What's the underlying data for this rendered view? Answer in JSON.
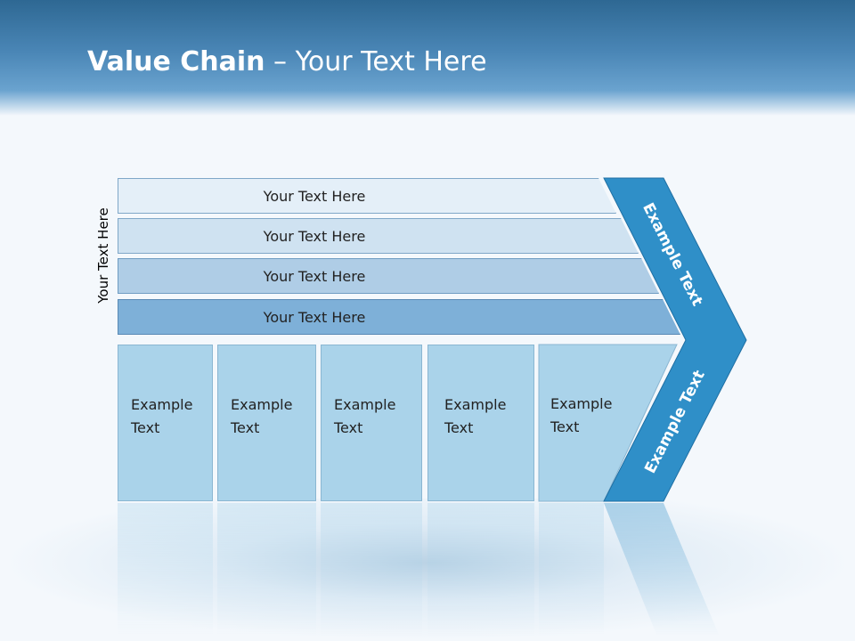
{
  "title": {
    "bold": "Value Chain",
    "rest": " – Your Text Here"
  },
  "side_label": "Your Text Here",
  "bars": [
    {
      "label": "Your Text Here"
    },
    {
      "label": "Your Text Here"
    },
    {
      "label": "Your Text Here"
    },
    {
      "label": "Your Text Here"
    }
  ],
  "boxes": [
    {
      "line1": "Example",
      "line2": "Text"
    },
    {
      "line1": "Example",
      "line2": "Text"
    },
    {
      "line1": "Example",
      "line2": "Text"
    },
    {
      "line1": "Example",
      "line2": "Text"
    },
    {
      "line1": "Example",
      "line2": "Text"
    }
  ],
  "chevron": {
    "upper": "Example Text",
    "lower": "Example Text"
  },
  "colors": {
    "header": "#3a77a6",
    "chevron": "#2f8fc8",
    "box": "#aad3ea"
  }
}
